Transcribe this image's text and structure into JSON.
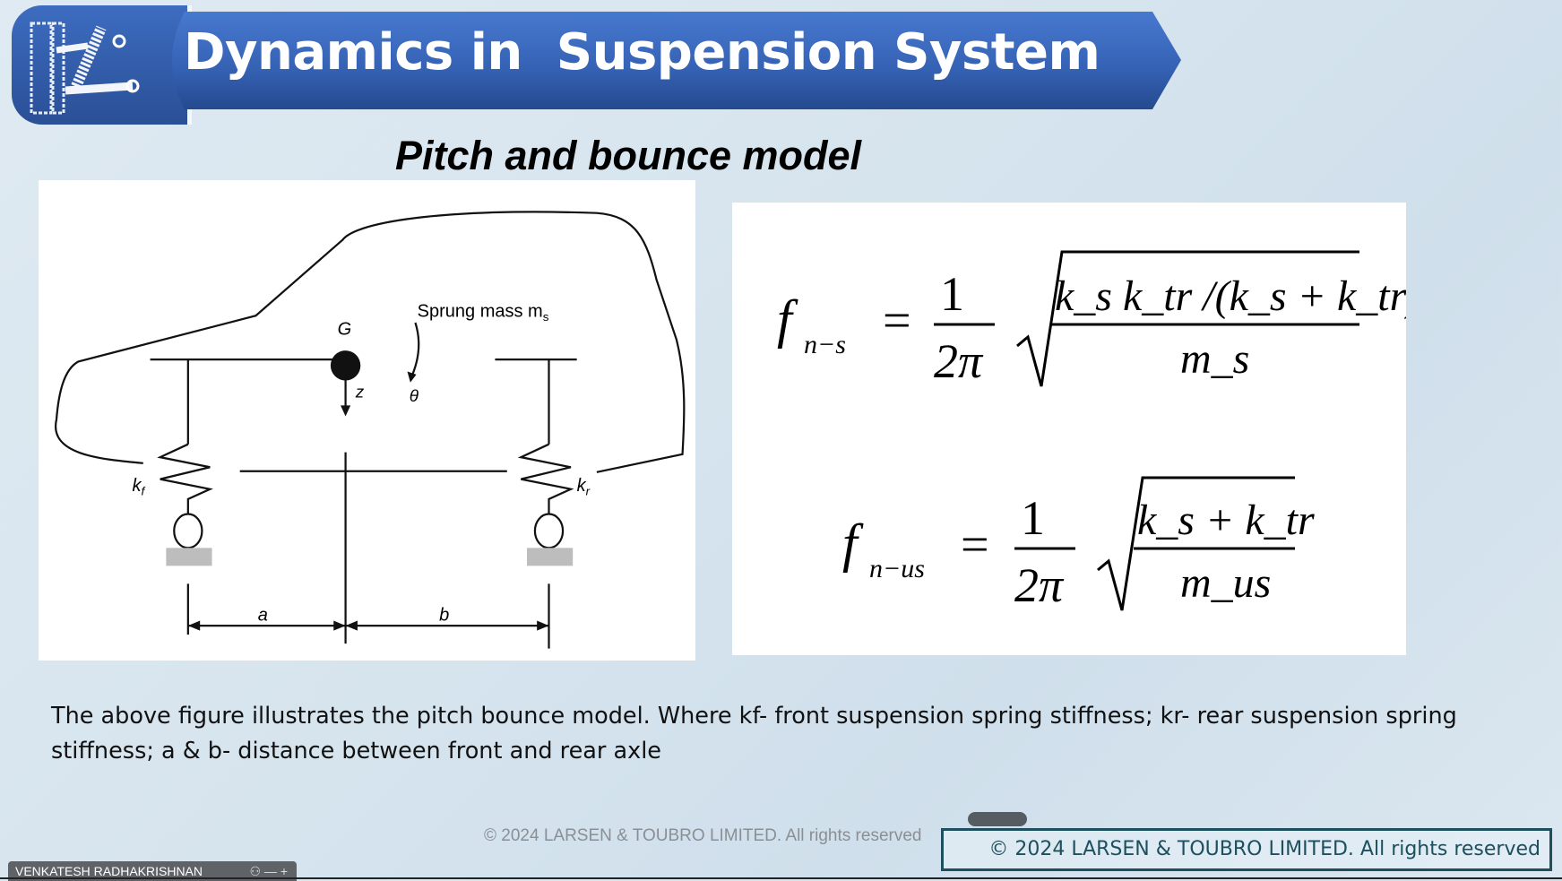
{
  "header": {
    "title": "Dynamics in  Suspension System",
    "logo": "suspension-logo"
  },
  "subtitle": "Pitch and bounce model",
  "figure": {
    "sprung_mass_label": "Sprung mass m",
    "sprung_mass_sub": "s",
    "g_label": "G",
    "z_label": "z",
    "theta_label": "θ",
    "kf_label": "k",
    "kf_sub": "f",
    "kr_label": "k",
    "kr_sub": "r",
    "a_label": "a",
    "b_label": "b"
  },
  "formulas": {
    "f1_lhs": "f",
    "f1_lhs_sub": "n−s",
    "f1_num": "1",
    "f1_den": "2π",
    "f1_rad_num": "k_s k_tr /(k_s + k_tr)",
    "f1_rad_den": "m_s",
    "f2_lhs": "f",
    "f2_lhs_sub": "n−us",
    "f2_num": "1",
    "f2_den": "2π",
    "f2_rad_num": "k_s + k_tr",
    "f2_rad_den": "m_us"
  },
  "description": "The above figure illustrates the pitch bounce model.  Where  kf- front suspension spring stiffness; kr- rear suspension spring stiffness;  a & b- distance between front and rear axle",
  "footer": {
    "copyright_faint": "© 2024 LARSEN & TOUBRO LIMITED. All rights reserved",
    "copyright_box": "© 2024 LARSEN & TOUBRO LIMITED. All rights reserved",
    "presenter": "VENKATESH RADHAKRISHNAN",
    "controls": "⚇ — +"
  }
}
